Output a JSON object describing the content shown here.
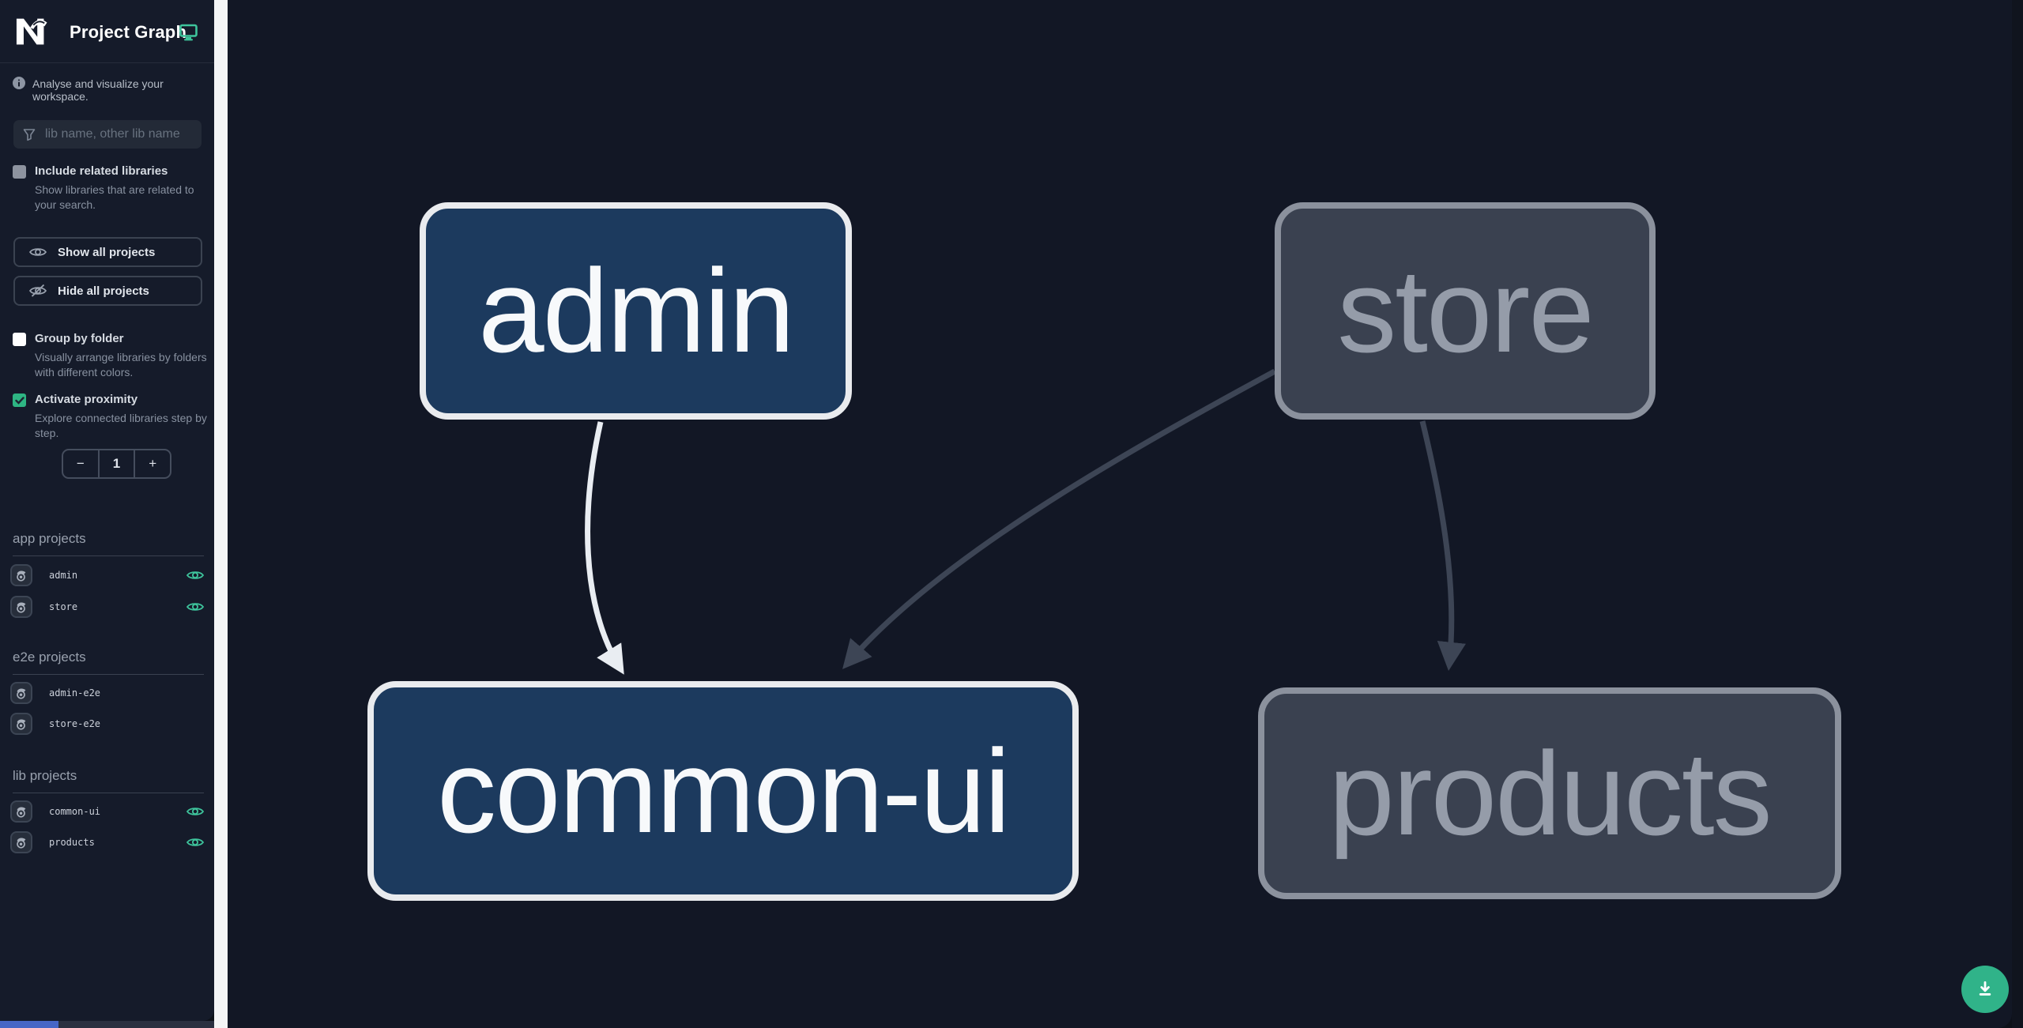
{
  "header": {
    "title": "Project Graph"
  },
  "sidebar": {
    "tagline": "Analyse and visualize your workspace.",
    "filter": {
      "placeholder": "lib name, other lib name"
    },
    "checkboxes": {
      "related": {
        "label": "Include related libraries",
        "desc": "Show libraries that are related to your search.",
        "checked": false
      },
      "group": {
        "label": "Group by folder",
        "desc": "Visually arrange libraries by folders with different colors.",
        "checked": false
      },
      "proximity": {
        "label": "Activate proximity",
        "desc": "Explore connected libraries step by step.",
        "checked": true
      }
    },
    "buttons": {
      "show_all": "Show all projects",
      "hide_all": "Hide all projects"
    },
    "stepper": {
      "minus": "−",
      "value": "1",
      "plus": "+"
    },
    "sections": [
      {
        "label": "app projects",
        "items": [
          {
            "name": "admin",
            "eye": true
          },
          {
            "name": "store",
            "eye": true
          }
        ]
      },
      {
        "label": "e2e projects",
        "items": [
          {
            "name": "admin-e2e",
            "eye": false
          },
          {
            "name": "store-e2e",
            "eye": false
          }
        ]
      },
      {
        "label": "lib projects",
        "items": [
          {
            "name": "common-ui",
            "eye": true
          },
          {
            "name": "products",
            "eye": true
          }
        ]
      }
    ]
  },
  "graph": {
    "nodes": [
      {
        "id": "admin",
        "label": "admin",
        "state": "focused"
      },
      {
        "id": "store",
        "label": "store",
        "state": "faded"
      },
      {
        "id": "common-ui",
        "label": "common-ui",
        "state": "focused"
      },
      {
        "id": "products",
        "label": "products",
        "state": "faded"
      }
    ],
    "edges": [
      {
        "from": "admin",
        "to": "common-ui",
        "style": "focused"
      },
      {
        "from": "store",
        "to": "common-ui",
        "style": "faded"
      },
      {
        "from": "store",
        "to": "products",
        "style": "faded"
      }
    ]
  },
  "colors": {
    "accent_teal": "#3ec49c",
    "download_button": "#30b389",
    "node_focused_fill": "#1c3a5e",
    "node_focused_border": "#e9ebee",
    "node_faded_fill": "#3a4150",
    "node_faded_border": "#8b919d",
    "edge_focused": "#e9edf2",
    "edge_faded": "#3d4555",
    "checkbox_checked": "#2eb583",
    "scroll_thumb_blue": "#4766c6"
  }
}
